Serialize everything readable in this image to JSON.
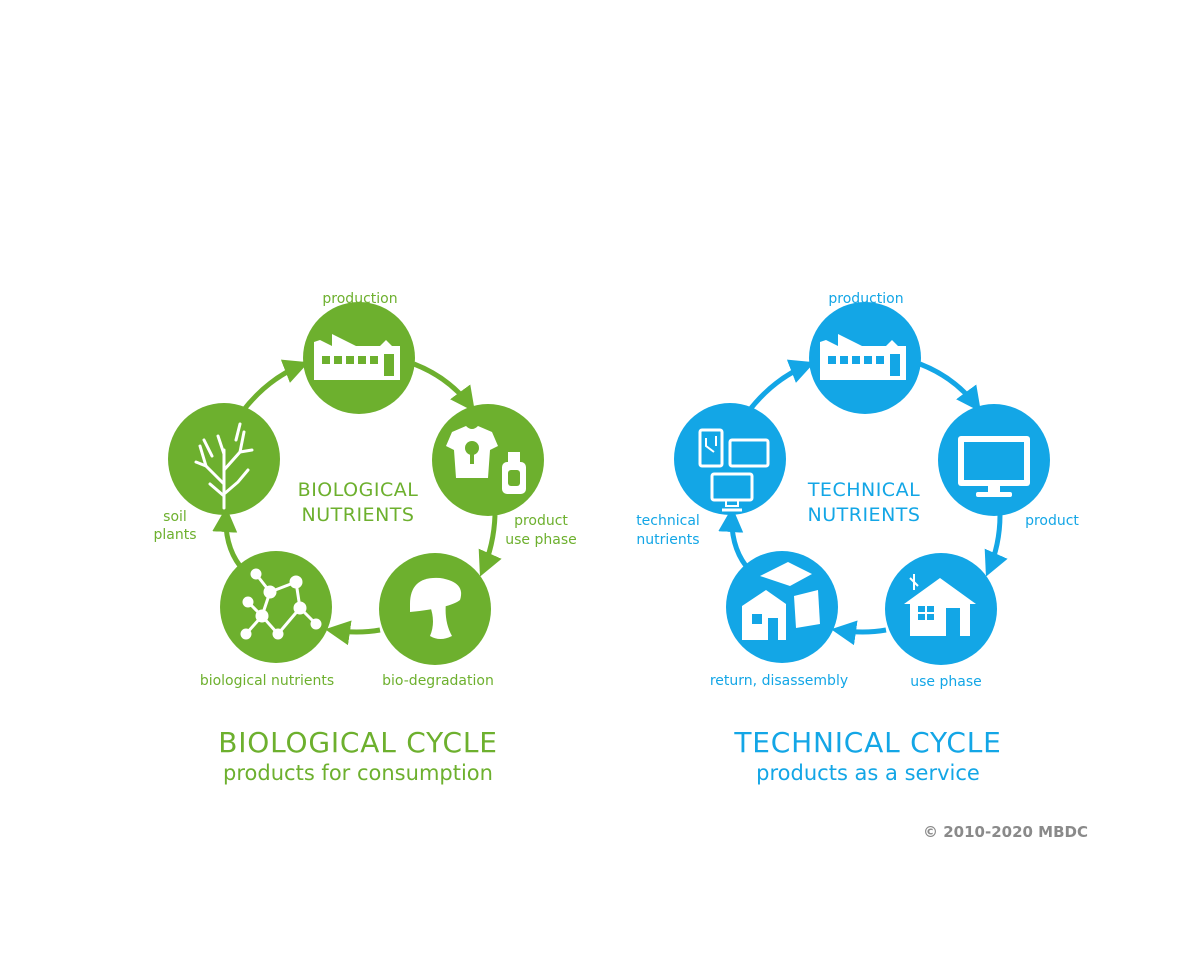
{
  "colors": {
    "bio": "#6db02e",
    "tech": "#13a6e6",
    "copyright": "#8a8a8a"
  },
  "bio": {
    "center_line1": "BIOLOGICAL",
    "center_line2": "NUTRIENTS",
    "label_production": "production",
    "label_product_line1": "product",
    "label_product_line2": "use phase",
    "label_biodegradation": "bio-degradation",
    "label_bionutrients": "biological nutrients",
    "label_soil_line1": "soil",
    "label_soil_line2": "plants",
    "title": "BIOLOGICAL CYCLE",
    "subtitle": "products for consumption",
    "icons": [
      "factory-icon",
      "tshirt-bottle-icon",
      "mushroom-icon",
      "molecule-icon",
      "tree-icon"
    ]
  },
  "tech": {
    "center_line1": "TECHNICAL",
    "center_line2": "NUTRIENTS",
    "label_production": "production",
    "label_product": "product",
    "label_usephase": "use phase",
    "label_return": "return, disassembly",
    "label_technutrients_line1": "technical",
    "label_technutrients_line2": "nutrients",
    "title": "TECHNICAL CYCLE",
    "subtitle": "products as a service",
    "icons": [
      "factory-icon",
      "monitor-icon",
      "house-icon",
      "disassembled-house-icon",
      "electronics-icon"
    ]
  },
  "copyright": "© 2010-2020 MBDC"
}
